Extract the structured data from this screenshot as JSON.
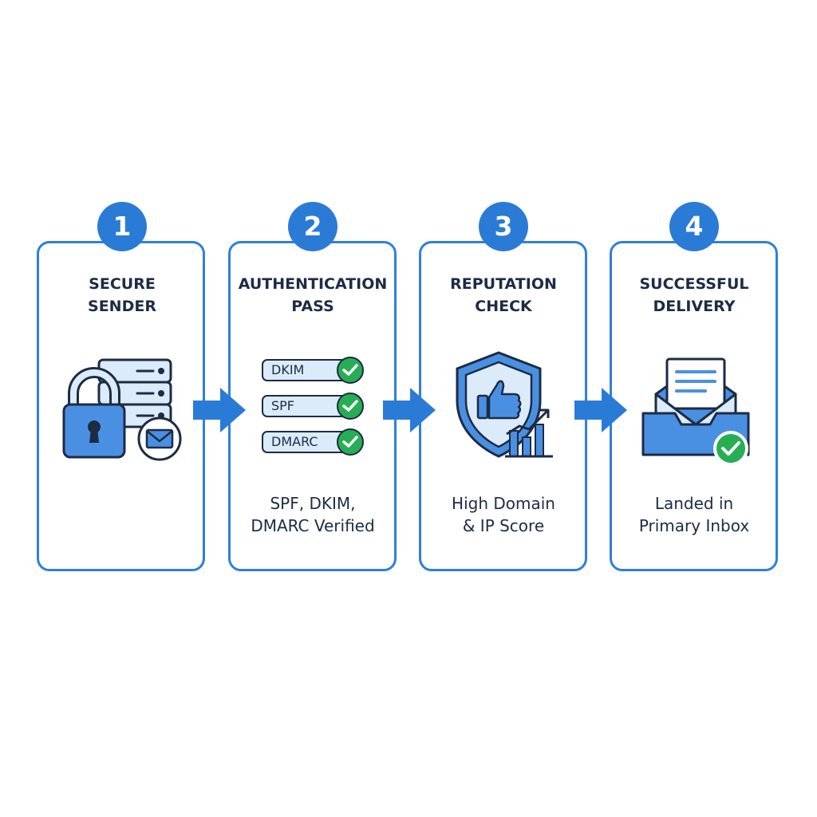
{
  "steps": [
    {
      "number": "1",
      "title_line1": "SECURE",
      "title_line2": "SENDER",
      "icon": "lock-server-envelope-icon",
      "desc_line1": "",
      "desc_line2": ""
    },
    {
      "number": "2",
      "title_line1": "AUTHENTICATION",
      "title_line2": "PASS",
      "icon": "auth-checklist-icon",
      "checks": [
        "DKIM",
        "SPF",
        "DMARC"
      ],
      "desc_line1": "SPF, DKIM,",
      "desc_line2": "DMARC Verified"
    },
    {
      "number": "3",
      "title_line1": "REPUTATION",
      "title_line2": "CHECK",
      "icon": "shield-thumbs-up-icon",
      "desc_line1": "High Domain",
      "desc_line2": "& IP Score"
    },
    {
      "number": "4",
      "title_line1": "SUCCESSFUL",
      "title_line2": "DELIVERY",
      "icon": "inbox-envelope-check-icon",
      "desc_line1": "Landed in",
      "desc_line2": "Primary Inbox"
    }
  ],
  "colors": {
    "accent": "#2a7bd6",
    "outline": "#1d2b45",
    "icon_fill": "#4a90e2",
    "icon_light": "#dcebfa",
    "check_green": "#27ae54"
  }
}
